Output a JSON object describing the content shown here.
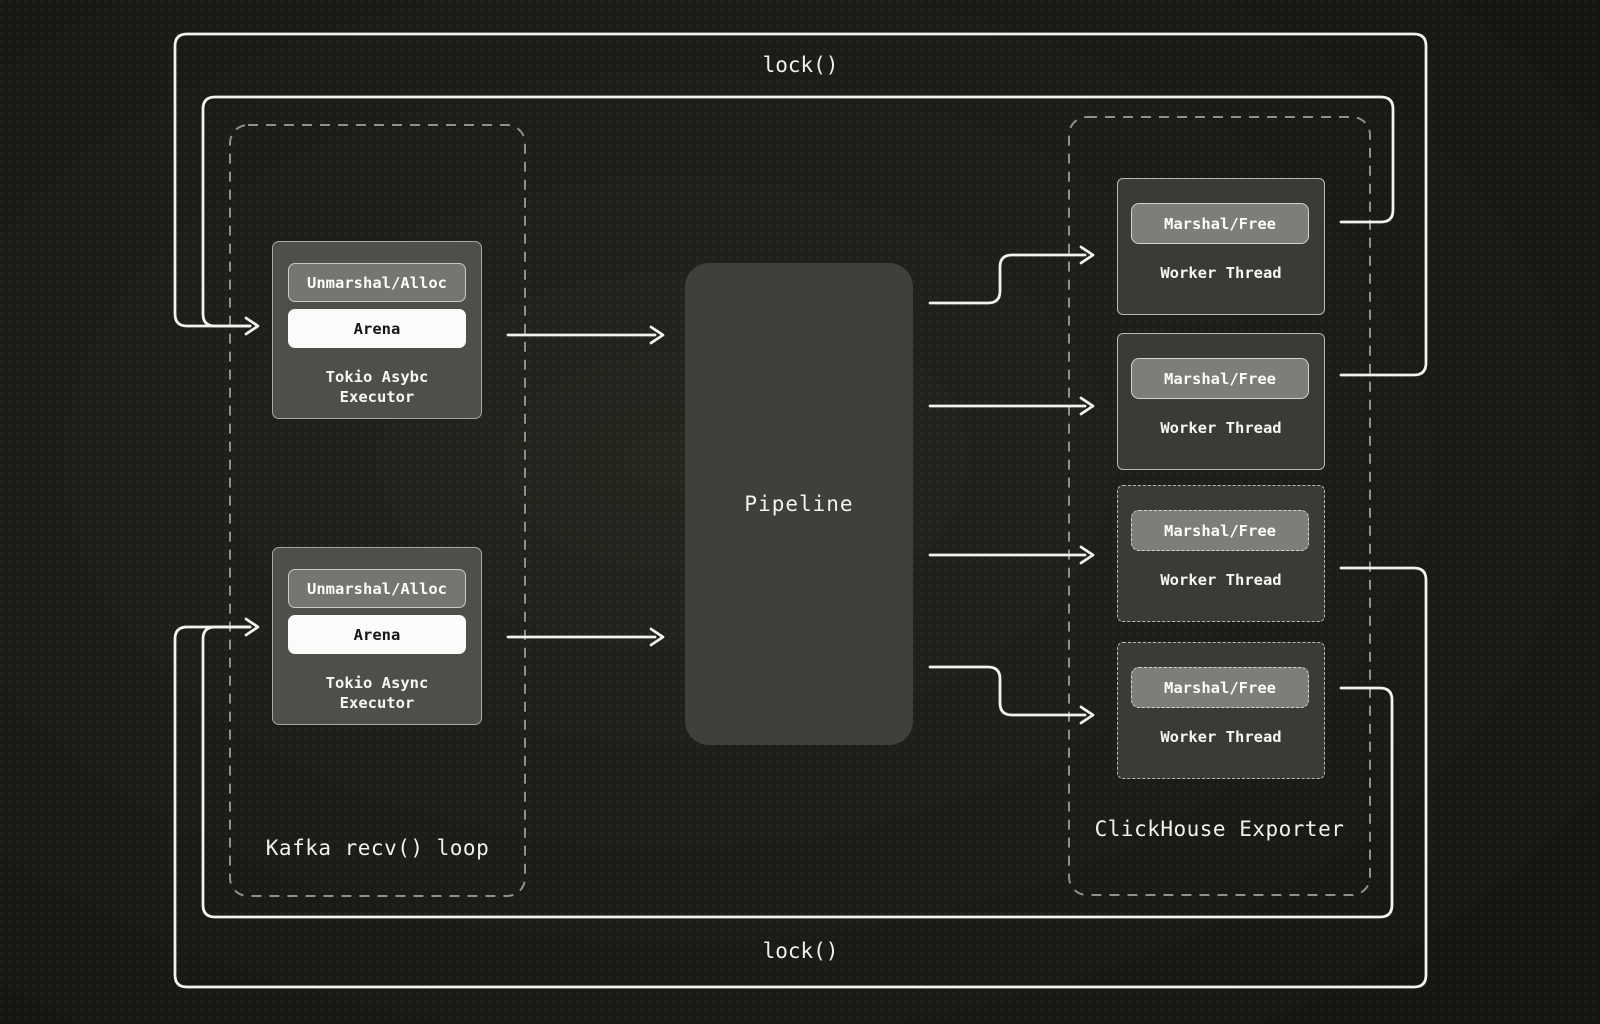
{
  "labels": {
    "lock_top": "lock()",
    "lock_bottom": "lock()",
    "kafka_group": "Kafka recv() loop",
    "clickhouse_group": "ClickHouse Exporter",
    "pipeline": "Pipeline"
  },
  "executors": [
    {
      "unmarshal": "Unmarshal/Alloc",
      "arena": "Arena",
      "title": "Tokio Asybc\nExecutor"
    },
    {
      "unmarshal": "Unmarshal/Alloc",
      "arena": "Arena",
      "title": "Tokio Async\nExecutor"
    }
  ],
  "workers": [
    {
      "marshal": "Marshal/Free",
      "title": "Worker Thread"
    },
    {
      "marshal": "Marshal/Free",
      "title": "Worker Thread"
    },
    {
      "marshal": "Marshal/Free",
      "title": "Worker Thread"
    },
    {
      "marshal": "Marshal/Free",
      "title": "Worker Thread"
    }
  ],
  "colors": {
    "background": "#1e1e1a",
    "connector_line": "#f2f2ee",
    "group_dash": "#90908a",
    "worker_fill": "#3a3a37",
    "worker_border": "#b9b9b4",
    "marshal_fill": "#7d7d79",
    "executor_fill": "#4e4e4b",
    "unmarshal_fill": "#757571",
    "arena_fill": "#fbfbf9",
    "pipeline_fill": "#3f3f3c",
    "text": "#f3f3ef"
  }
}
